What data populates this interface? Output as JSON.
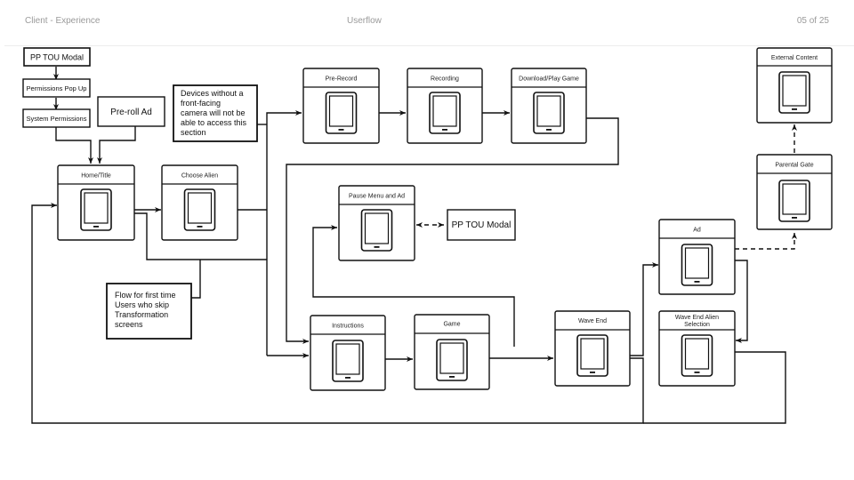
{
  "header": {
    "left": "Client - Experience",
    "center": "Userflow",
    "page": "05 of 25"
  },
  "colors": {
    "stroke": "#111111",
    "header_text": "#9a9a9a",
    "rule": "#ececec"
  },
  "screens": {
    "home": {
      "title": "Home/Title"
    },
    "choose_alien": {
      "title": "Choose Alien"
    },
    "pre_record": {
      "title": "Pre-Record"
    },
    "recording": {
      "title": "Recording"
    },
    "download_play": {
      "title": "Download/Play Game"
    },
    "external_content": {
      "title": "External Content"
    },
    "parental_gate": {
      "title": "Parental Gate"
    },
    "pause_menu": {
      "title": "Pause Menu and Ad"
    },
    "ad": {
      "title": "Ad"
    },
    "instructions": {
      "title": "Instructions"
    },
    "game": {
      "title": "Game"
    },
    "wave_end": {
      "title": "Wave End"
    },
    "wave_end_alien": {
      "title_line1": "Wave End Alien",
      "title_line2": "Selection"
    }
  },
  "boxes": {
    "pp_tou_top": "PP TOU Modal",
    "permissions_popup": "Permissions Pop Up",
    "system_permissions": "System Permissions",
    "preroll_ad": "Pre-roll Ad",
    "pp_tou_mid": "PP TOU Modal"
  },
  "notes": {
    "devices": [
      "Devices without a",
      "front-facing",
      "camera will not be",
      "able to access this",
      "section"
    ],
    "flow": [
      "Flow for first time",
      "Users who skip",
      "Transformation",
      "screens"
    ]
  }
}
